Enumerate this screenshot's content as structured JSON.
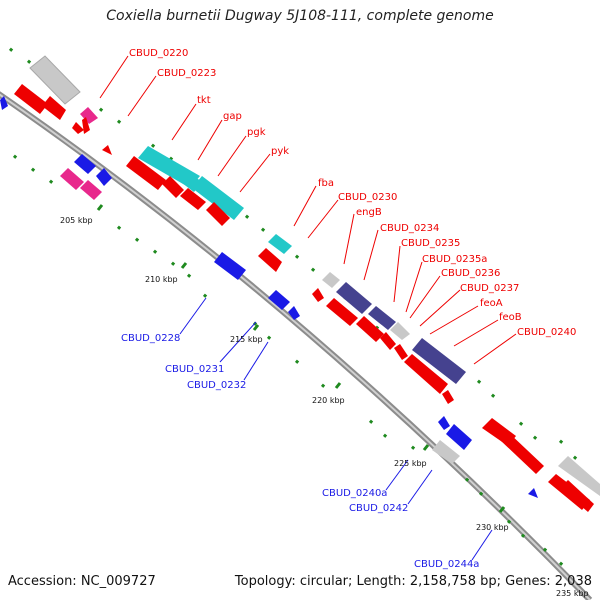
{
  "title": "Coxiella burnetii Dugway 5J108-111, complete genome",
  "footer": {
    "accession": "Accession: NC_009727",
    "topology": "Topology: circular; Length: 2,158,758 bp; Genes: 2,038"
  },
  "colors": {
    "red": "#ee0000",
    "blue": "#1a1ae6",
    "cyan": "#22c8c8",
    "navy": "#45428f",
    "gray": "#c8c8c8",
    "pink": "#e8288c",
    "tick": "#1f8a1f",
    "backbone": "#9a9a9a"
  },
  "scale_ticks": [
    "205 kbp",
    "210 kbp",
    "215 kbp",
    "220 kbp",
    "225 kbp",
    "230 kbp",
    "235 kbp"
  ],
  "forward_labels": [
    "CBUD_0220",
    "CBUD_0223",
    "tkt",
    "gap",
    "pgk",
    "pyk",
    "fba",
    "CBUD_0230",
    "engB",
    "CBUD_0234",
    "CBUD_0235",
    "CBUD_0235a",
    "CBUD_0236",
    "CBUD_0237",
    "feoA",
    "feoB",
    "CBUD_0240"
  ],
  "reverse_labels": [
    "CBUD_0228",
    "CBUD_0231",
    "CBUD_0232",
    "CBUD_0240a",
    "CBUD_0242",
    "CBUD_0244a"
  ]
}
